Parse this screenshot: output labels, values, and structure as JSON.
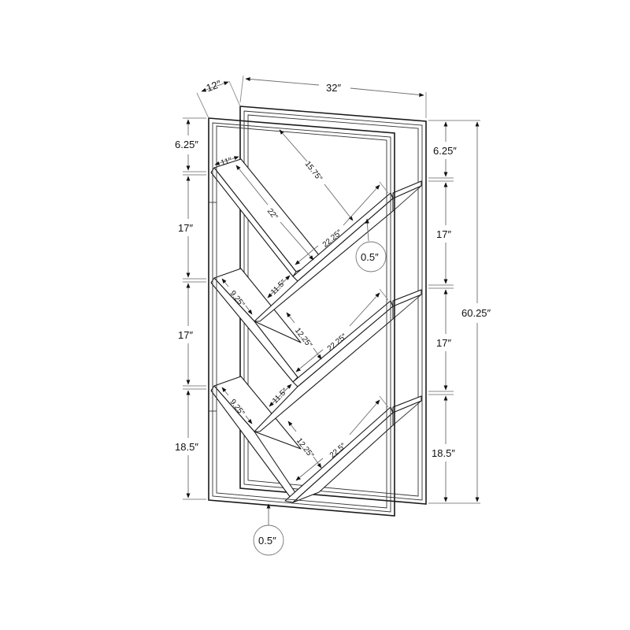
{
  "diagram": {
    "subject": "Leaning tree bookcase with metal frame — dimension drawing",
    "colors": {
      "line": "#1a1a1a",
      "dimension": "#6b6b6b",
      "background": "#ffffff"
    },
    "overall": {
      "depth": "12″",
      "width": "32″",
      "height": "60.25″"
    },
    "left_vertical_dims": [
      "6.25″",
      "17″",
      "17″",
      "18.5″"
    ],
    "right_vertical_dims": [
      "6.25″",
      "17″",
      "17″",
      "18.5″"
    ],
    "shelf_dims": {
      "top_depth": "11″",
      "top_left_length": "22″",
      "top_clearance": "15.75″",
      "top_right_length": "22.25″",
      "tier1_gap": "11.5″",
      "tier2_left_depth": "9.25″",
      "tier2_clearance": "12.25″",
      "tier2_right_length": "22.25″",
      "tier2_gap": "11.5″",
      "tier3_left_depth": "9.25″",
      "tier3_clearance": "12.25″",
      "tier3_right_length": "22.5″"
    },
    "callouts": {
      "shelf_thickness": "0.5″",
      "frame_thickness": "0.5″"
    }
  }
}
